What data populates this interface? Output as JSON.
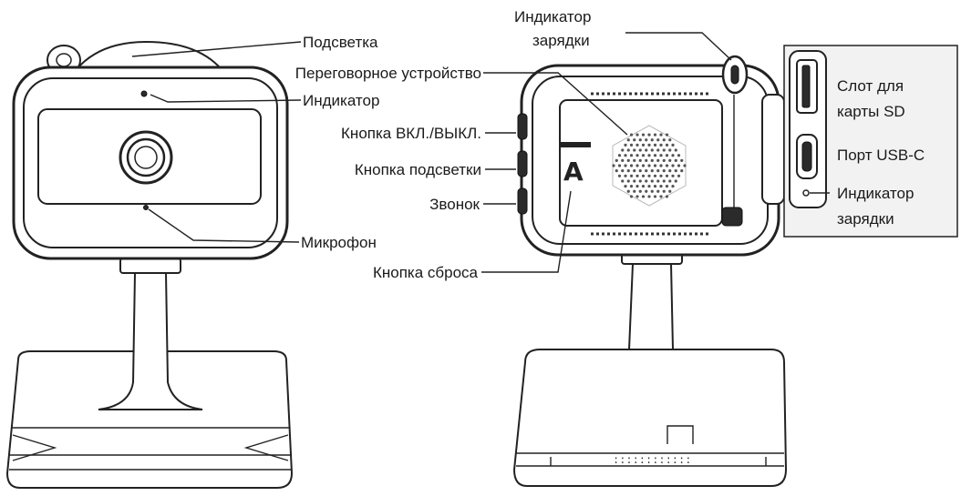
{
  "labels": {
    "backlight": "Подсветка",
    "indicator_front": "Индикатор",
    "microphone": "Микрофон",
    "power_button": "Кнопка ВКЛ./ВЫКЛ.",
    "backlight_button": "Кнопка подсветки",
    "call": "Звонок",
    "reset_button": "Кнопка сброса",
    "intercom": "Переговорное устройство",
    "charge_indicator_top_line1": "Индикатор",
    "charge_indicator_top_line2": "зарядки",
    "sd_slot_line1": "Слот для",
    "sd_slot_line2": "карты SD",
    "usb_port": "Порт USB-C",
    "charge_indicator_side_line1": "Индикатор",
    "charge_indicator_side_line2": "зарядки"
  },
  "reset_marking": "A",
  "colors": {
    "outline": "#222222",
    "background": "#ffffff",
    "panel": "#f2f2f2"
  }
}
